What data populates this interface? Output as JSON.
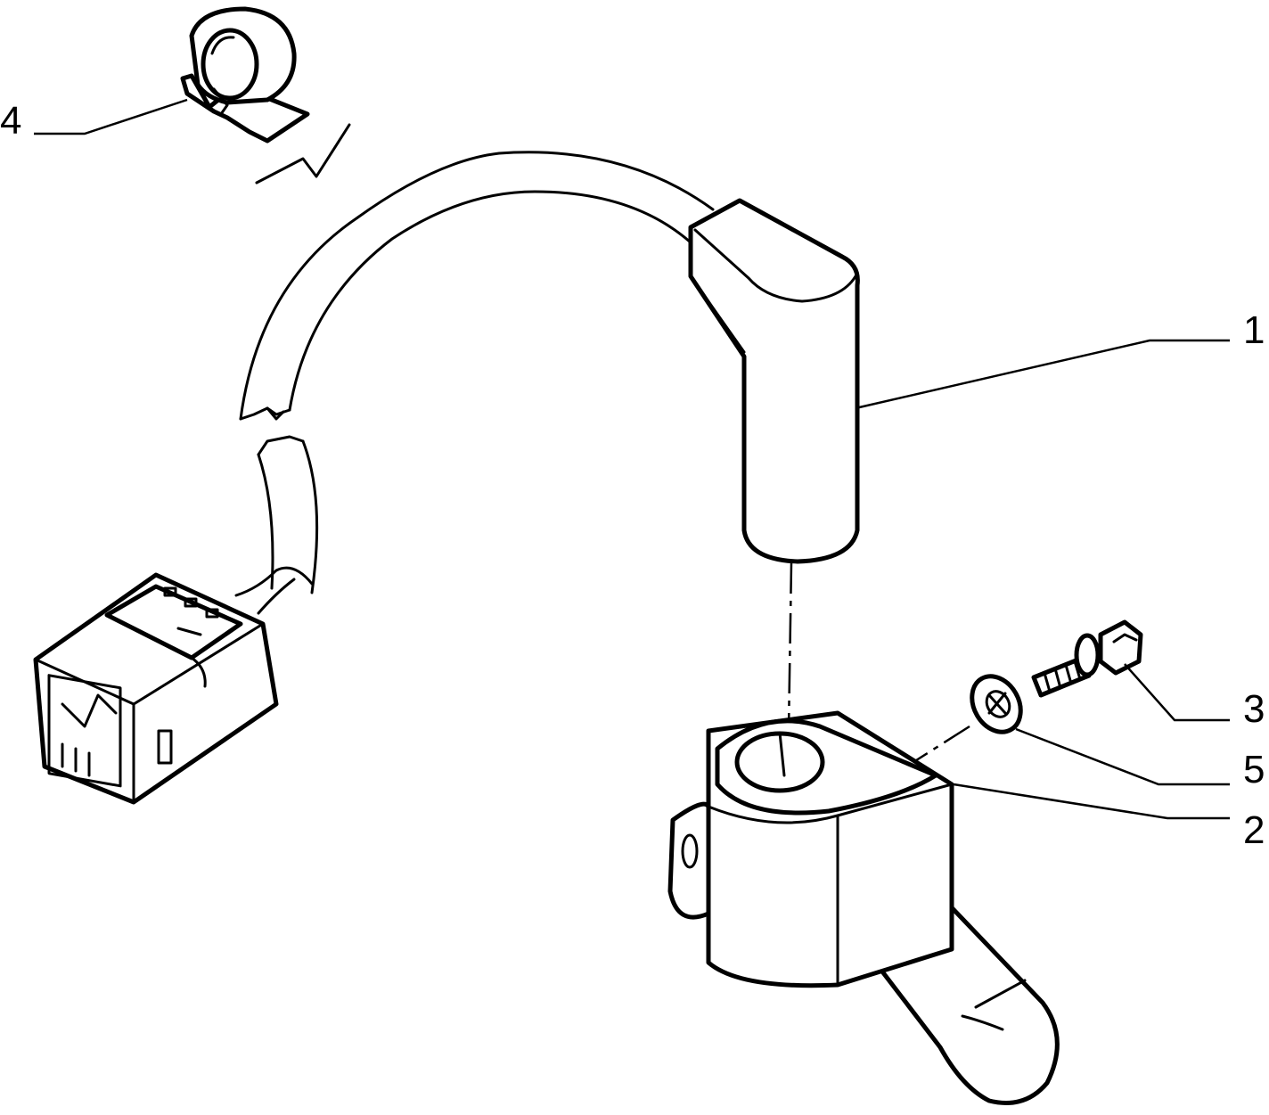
{
  "callouts": {
    "c1": "1",
    "c2": "2",
    "c3": "3",
    "c4": "4",
    "c5": "5"
  },
  "parts": [
    {
      "callout": "1",
      "icon": "sensor-cable-icon"
    },
    {
      "callout": "2",
      "icon": "mounting-bracket-icon"
    },
    {
      "callout": "3",
      "icon": "bolt-icon"
    },
    {
      "callout": "4",
      "icon": "cable-clip-icon"
    },
    {
      "callout": "5",
      "icon": "washer-icon"
    }
  ],
  "colors": {
    "line": "#000000",
    "background": "#ffffff"
  }
}
